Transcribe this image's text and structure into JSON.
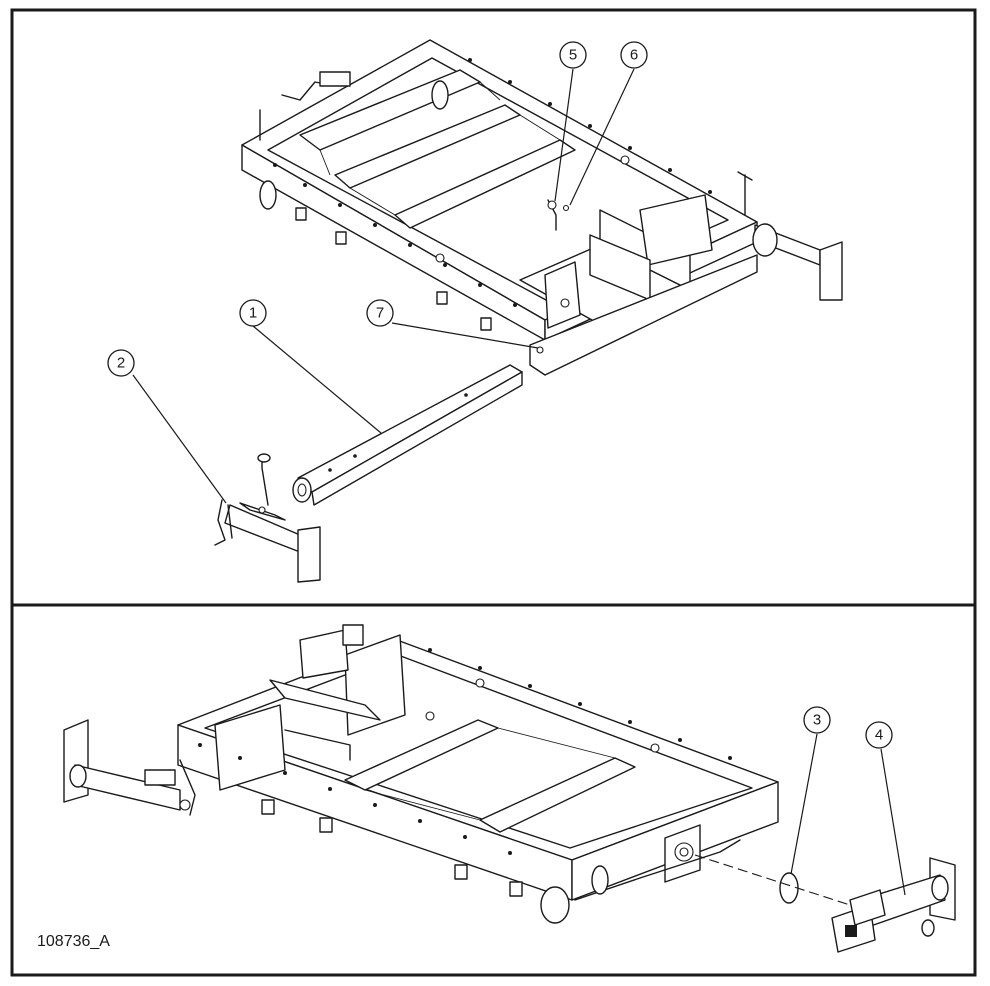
{
  "figure": {
    "document_id": "108736_A",
    "callouts": [
      {
        "id": "callout-1",
        "label": "1"
      },
      {
        "id": "callout-2",
        "label": "2"
      },
      {
        "id": "callout-3",
        "label": "3"
      },
      {
        "id": "callout-4",
        "label": "4"
      },
      {
        "id": "callout-5",
        "label": "5"
      },
      {
        "id": "callout-6",
        "label": "6"
      },
      {
        "id": "callout-7",
        "label": "7"
      }
    ]
  }
}
